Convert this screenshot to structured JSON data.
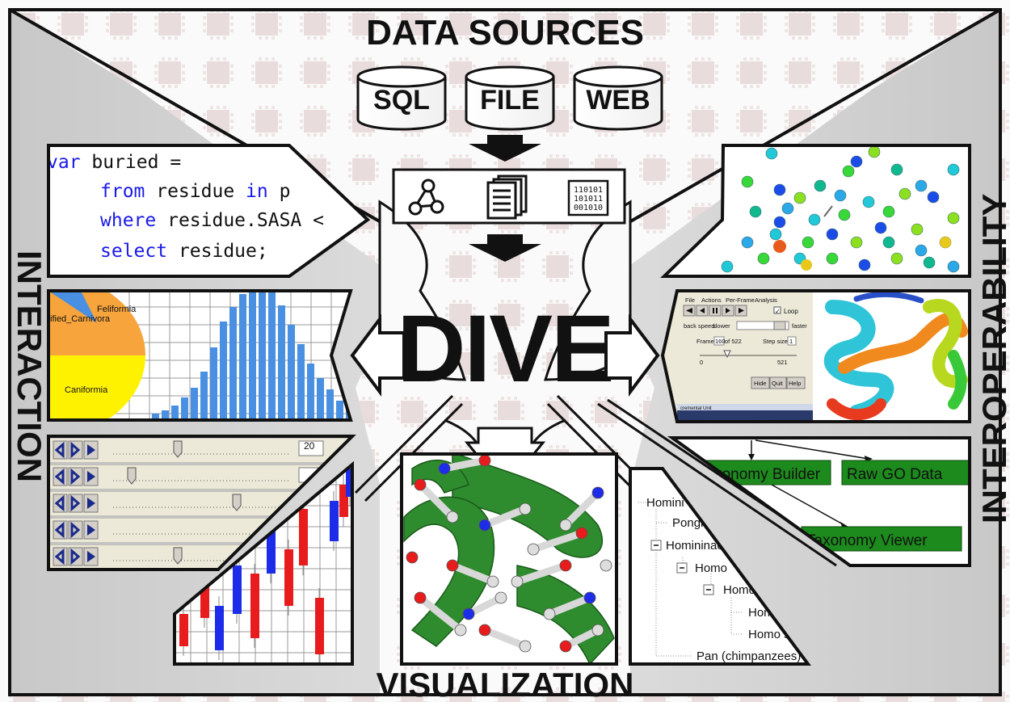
{
  "header": {
    "title": "DATA SOURCES"
  },
  "sources": [
    {
      "label": "SQL"
    },
    {
      "label": "FILE"
    },
    {
      "label": "WEB"
    }
  ],
  "binary": [
    "110101",
    "101011",
    "001010"
  ],
  "center": {
    "title": "DIVE"
  },
  "sides": {
    "left": "INTERACTION",
    "right": "INTEROPERABILITY",
    "bottom": "VISUALIZATION"
  },
  "code_panel": {
    "lines": [
      {
        "kw": "var",
        "rest": " buried ="
      },
      {
        "kw": "from",
        "rest": " residue ",
        "kw2": "in",
        "rest2": " p"
      },
      {
        "kw": "where",
        "rest": " residue.SASA <"
      },
      {
        "kw": "select",
        "rest": " residue;"
      }
    ]
  },
  "pie_chart": {
    "labels": [
      "Feliformia",
      "ified_Carnivora",
      "Caniformia"
    ]
  },
  "slider_panel": {
    "value": "20"
  },
  "player_panel": {
    "menu": [
      "File",
      "Actions",
      "Per-Frame",
      "Analysis"
    ],
    "loop_label": "Loop",
    "speed_label": "back speed:",
    "slower": "slower",
    "faster": "faster",
    "frame_label": "Frame",
    "frame_value": "160",
    "frame_total": "of 522",
    "step_label": "Step size",
    "step_value": "1",
    "range_min": "0",
    "range_max": "521",
    "buttons": [
      "Hide",
      "Quit",
      "Help"
    ],
    "unit_label": "cremental Unit"
  },
  "flow_panel": {
    "nodes": [
      "Taxonomy Builder",
      "Raw GO Data",
      "Taxonomy Viewer"
    ]
  },
  "tree_panel": {
    "items": [
      "Homini",
      "Pongina",
      "Homininae",
      "Homo",
      "Homo sapiens (",
      "Homo sapiens",
      "Homo sapiens",
      "Pan  (chimpanzees)"
    ]
  },
  "colors": {
    "accent_blue": "#1a1ae8",
    "keyword_blue": "#0000ff",
    "bar_blue": "#4a90e2",
    "pie_orange": "#f7a43c",
    "pie_yellow": "#fff200",
    "flow_green": "#1d8a1d",
    "helix_green": "#2e8b2e"
  }
}
